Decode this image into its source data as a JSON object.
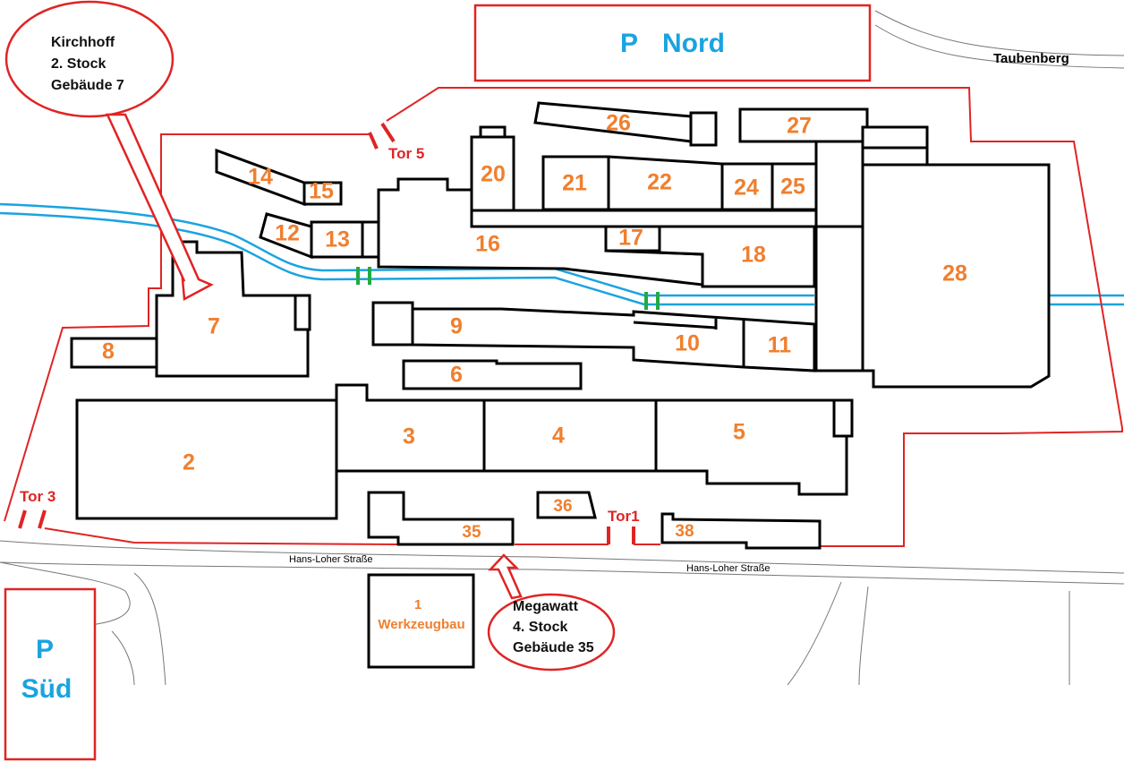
{
  "parking": {
    "north": {
      "p": "P",
      "label": "Nord"
    },
    "south": {
      "p": "P",
      "label": "Süd"
    }
  },
  "streets": {
    "taubenberg": "Taubenberg",
    "hans_loher_1": "Hans-Loher Straße",
    "hans_loher_2": "Hans-Loher Straße"
  },
  "gates": {
    "tor1": "Tor1",
    "tor3": "Tor 3",
    "tor5": "Tor 5"
  },
  "callouts": {
    "kirchhoff": {
      "line1": "Kirchhoff",
      "line2": "2. Stock",
      "line3": "Gebäude 7"
    },
    "megawatt": {
      "line1": "Megawatt",
      "line2": "4. Stock",
      "line3": "Gebäude 35"
    }
  },
  "buildings": {
    "b1_num": "1",
    "b1_name": "Werkzeugbau",
    "b2": "2",
    "b3": "3",
    "b4": "4",
    "b5": "5",
    "b6": "6",
    "b7": "7",
    "b8": "8",
    "b9": "9",
    "b10": "10",
    "b11": "11",
    "b12": "12",
    "b13": "13",
    "b14": "14",
    "b15": "15",
    "b16": "16",
    "b17": "17",
    "b18": "18",
    "b20": "20",
    "b21": "21",
    "b22": "22",
    "b24": "24",
    "b25": "25",
    "b26": "26",
    "b27": "27",
    "b28": "28",
    "b35": "35",
    "b36": "36",
    "b38": "38"
  },
  "colors": {
    "building_number": "#f07f2e",
    "boundary": "#e02424",
    "river": "#1aa3e0",
    "bridge": "#22aa44",
    "parking_text": "#1aa3e0"
  }
}
